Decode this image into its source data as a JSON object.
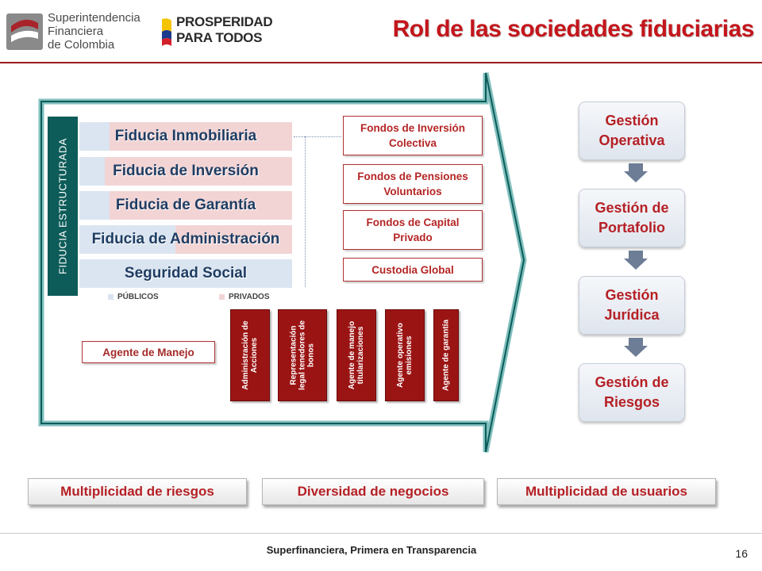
{
  "header": {
    "org_line1": "Superintendencia",
    "org_line2": "Financiera",
    "org_line3": "de Colombia",
    "campaign_line1": "PROSPERIDAD",
    "campaign_line2": "PARA TODOS",
    "title": "Rol de las sociedades fiduciarias"
  },
  "band_label": "FIDUCIA ESTRUCTURADA",
  "fiducias": [
    {
      "label": "Fiducia Inmobiliaria",
      "public_share": 0.14
    },
    {
      "label": "Fiducia de Inversión",
      "public_share": 0.12
    },
    {
      "label": "Fiducia de Garantía",
      "public_share": 0.14
    },
    {
      "label": "Fiducia de Administración",
      "public_share": 0.45
    },
    {
      "label": "Seguridad Social",
      "public_share": 1.0
    }
  ],
  "legend": {
    "public": "PÚBLICOS",
    "private": "PRIVADOS"
  },
  "fondos": [
    {
      "line1": "Fondos de Inversión",
      "line2": "Colectiva"
    },
    {
      "line1": "Fondos de Pensiones",
      "line2": "Voluntarios"
    },
    {
      "line1": "Fondos de Capital",
      "line2": "Privado"
    },
    {
      "line1": "Custodia Global",
      "line2": ""
    }
  ],
  "agente": "Agente de Manejo",
  "cards": [
    {
      "line1": "Administración de",
      "line2": "Acciones",
      "line3": ""
    },
    {
      "line1": "Representación",
      "line2": "legal tenedores de",
      "line3": "bonos"
    },
    {
      "line1": "Agente de manejo",
      "line2": "titularizaciones",
      "line3": ""
    },
    {
      "line1": "Agente operativo",
      "line2": "emisiones",
      "line3": ""
    },
    {
      "line1": "Agente de garantía",
      "line2": "",
      "line3": ""
    }
  ],
  "gestion": [
    {
      "line1": "Gestión",
      "line2": "Operativa"
    },
    {
      "line1": "Gestión de",
      "line2": "Portafolio"
    },
    {
      "line1": "Gestión",
      "line2": "Jurídica"
    },
    {
      "line1": "Gestión de",
      "line2": "Riesgos"
    }
  ],
  "bottom": {
    "b1": "Multiplicidad de riesgos",
    "b2": "Diversidad de negocios",
    "b3": "Multiplicidad de usuarios"
  },
  "footer": {
    "text": "Superfinanciera, Primera en Transparencia",
    "page": "16"
  },
  "colors": {
    "accent_red": "#c3161c",
    "teal": "#0d5c59",
    "dark_red": "#9b1414"
  }
}
